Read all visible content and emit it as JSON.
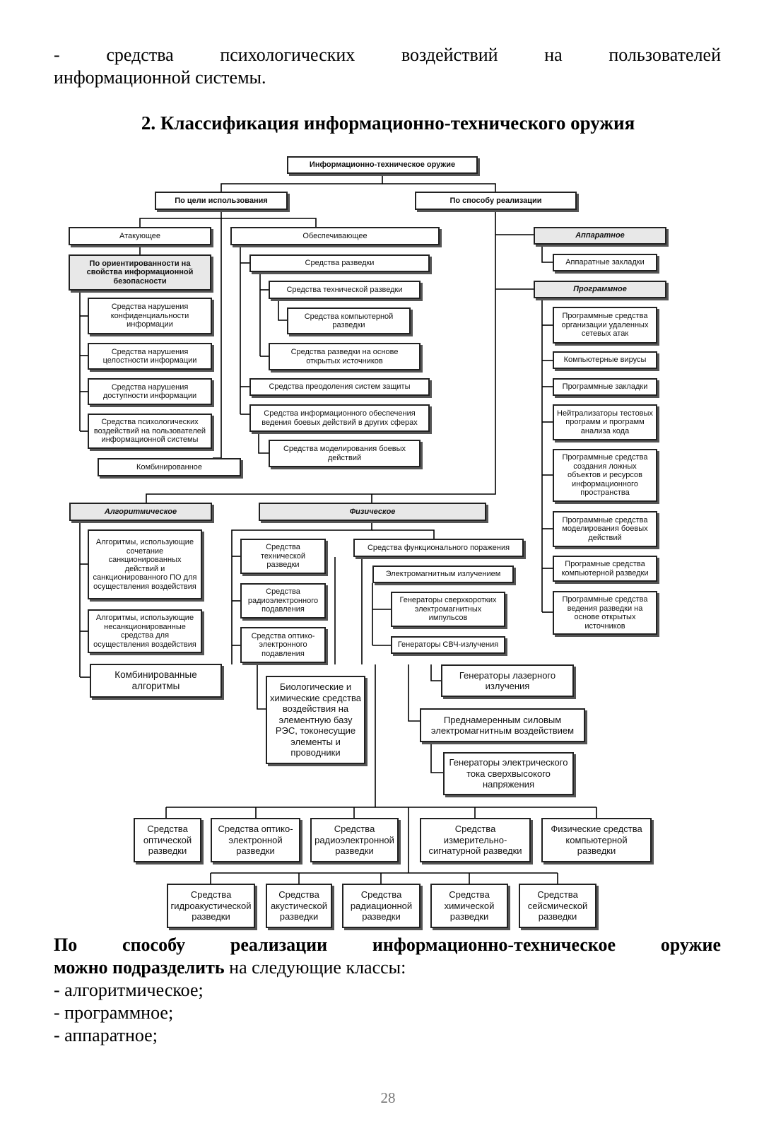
{
  "intro": {
    "line1": "-   средства   психологических   воздействий   на   пользователей",
    "line2": "информационной системы."
  },
  "section_heading": "2. Классификация информационно-технического оружия",
  "diagram": {
    "root": "Информационно-техническое оружие",
    "by_purpose": "По цели использования",
    "by_method": "По способу реализации",
    "attacking": "Атакующее",
    "orientation": "По ориентированности на свойства информационной безопасности",
    "confidentiality": "Средства нарушения конфиденциальности информации",
    "integrity": "Средства нарушения целостности информации",
    "availability": "Средства нарушения доступности информации",
    "psych": "Средства психологических воздействий на пользователей информационной системы",
    "combined": "Комбинированное",
    "supporting": "Обеспечивающее",
    "recon": "Средства разведки",
    "tech_recon": "Средства технической разведки",
    "comp_recon": "Средства компьютерной разведки",
    "osint": "Средства разведки на основе открытых источников",
    "overcome": "Средства преодоления систем защиты",
    "info_support": "Средства информационного обеспечения ведения боевых действий в других сферах",
    "combat_modeling": "Средства моделирования боевых действий",
    "hardware": "Аппаратное",
    "hw_bugs": "Аппаратные закладки",
    "software": "Программное",
    "remote_attacks": "Программные средства организации удаленных сетевых атак",
    "viruses": "Компьютерные вирусы",
    "sw_bugs": "Программные закладки",
    "neutralizers": "Нейтрализаторы тестовых программ и программ анализа кода",
    "false_objects": "Программные средства создания ложных объектов и ресурсов информационного пространства",
    "sw_modeling": "Программные средства моделирования боевых действий",
    "sw_comp_recon": "Програмные средства компьютерной разведки",
    "sw_osint": "Программные средства ведения разведки на основе открытых источников",
    "algorithmic": "Алгоритмическое",
    "alg_sanctioned": "Алгоритмы, использующие сочетание санкционированных действий и санкционированного ПО для осуществления воздействия",
    "alg_unsanctioned": "Алгоритмы, использующие несанкционированные средства для осуществления воздействия",
    "alg_combined": "Комбинированные алгоритмы",
    "physical": "Физическое",
    "phys_tech_recon": "Средства технической разведки",
    "radio_suppression": "Средства радиоэлектронного подавления",
    "optoelectronic_suppression": "Средства оптико-электронного подавления",
    "functional_damage": "Средства функционального поражения",
    "em_radiation": "Электромагнитным излучением",
    "ultrashort": "Генераторы сверхкоротких электромагнитных импульсов",
    "microwave": "Генераторы СВЧ-излучения",
    "laser": "Генераторы лазерного излучения",
    "bio_chem": "Биологические и химические средства воздействия на элементную базу РЭС, токонесущие элементы и проводники",
    "deliberate_em": "Преднамеренным силовым электромагнитным воздействием",
    "hv_current": "Генераторы электрического тока сверхвысокого напряжения",
    "optical_recon": "Средства оптической разведки",
    "optoelectronic_recon": "Средства оптико-электронной разведки",
    "radioelectronic_recon": "Средства радиоэлектронной разведки",
    "signature_recon": "Средства измерительно-сигнатурной  разведки",
    "phys_comp_recon": "Физические средства компьютерной разведки",
    "hydroacoustic": "Средства гидроакустической разведки",
    "acoustic": "Средства акустической разведки",
    "radiation": "Средства радиационной разведки",
    "chemical": "Средства химической разведки",
    "seismic": "Средства сейсмической разведки"
  },
  "paragraph": {
    "bold_a": "По   способу   реализации   информационно-техническое   оружие",
    "bold_b": "можно подразделить",
    "rest_b": " на следующие классы:",
    "items": [
      "- алгоритмическое;",
      "- программное;",
      "- аппаратное;"
    ]
  },
  "page_number": "28"
}
